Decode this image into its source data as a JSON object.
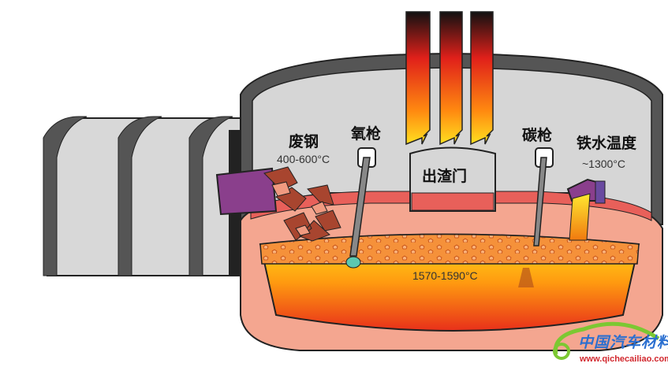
{
  "labels": {
    "scrap": "废钢",
    "scrap_temp": "400-600°C",
    "oxygen_lance": "氧枪",
    "slag_door": "出渣门",
    "carbon_lance": "碳枪",
    "hot_metal_temp_label": "铁水温度",
    "hot_metal_temp": "~1300°C",
    "melt_temp": "1570-1590°C"
  },
  "watermark": {
    "name": "中国汽车材料网",
    "url": "www.qichecailiao.com"
  },
  "colors": {
    "shell": "#4a4a4a",
    "roof": "#d6d6d6",
    "refractory": "#f4a690",
    "slag": "#f08a3a",
    "melt_top": "#ffd21a",
    "melt_bottom": "#e8301a",
    "chute": "#8a3f8c"
  }
}
